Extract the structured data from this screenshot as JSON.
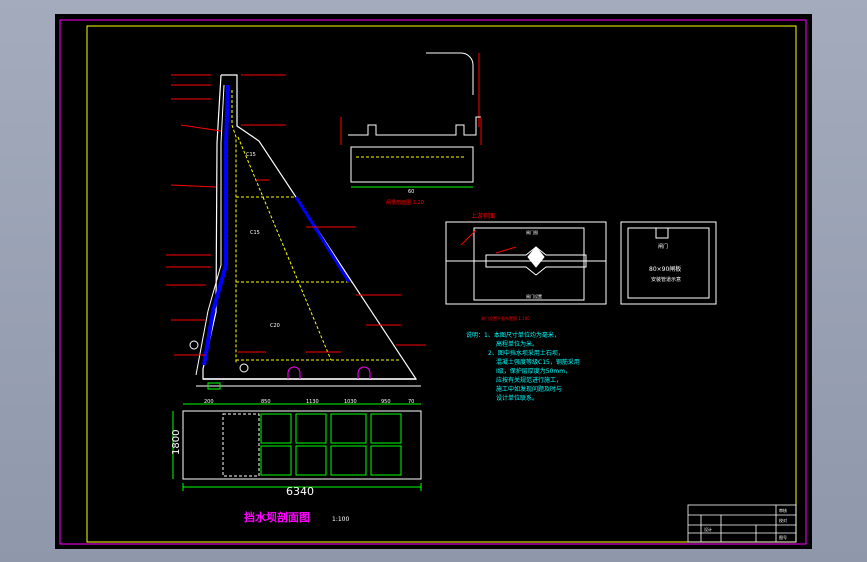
{
  "colors": {
    "border": "#ff00ff",
    "frame": "#ffff00",
    "outline": "#ffffff",
    "dimension": "#00ff00",
    "annotation": "#ff0000",
    "water": "#0000ff",
    "fill_line": "#ffff00",
    "note": "#00ffff",
    "title": "#ff00ff"
  },
  "main_section": {
    "title": "挡水坝剖面图",
    "scale": "1:100",
    "dim_total": "6340",
    "dim_height": "1800",
    "dim_top_segments": [
      "200",
      "850",
      "1130",
      "1030",
      "950",
      "70"
    ],
    "hatch_labels": [
      "C15",
      "C20",
      "C15"
    ]
  },
  "detail_section": {
    "caption": "闸槽剖面图 1:20",
    "dim_bottom": "60"
  },
  "plan_view": {
    "header": "上游侧面",
    "upper_label": "闸门图",
    "lower_label": "闸门设置",
    "caption": "闸门设置平面布置图 1:100"
  },
  "box_view": {
    "header": "闸门",
    "line1": "80×90闸板",
    "line2": "安装管道示意"
  },
  "notes": {
    "lines": [
      "说明：1、本图尺寸单位均为毫米，",
      "高程单位为米。",
      "2、图中挡水坝采用土石坝，",
      "混凝土强度等级C15，钢筋采用",
      "Ⅰ级，保护层厚度为50mm，",
      "应按有关规范进行施工，",
      "施工中如发现问题及时与",
      "设计单位联系。"
    ]
  },
  "title_block": {
    "cells": [
      "审核",
      "校对",
      "设计",
      "图号"
    ]
  }
}
